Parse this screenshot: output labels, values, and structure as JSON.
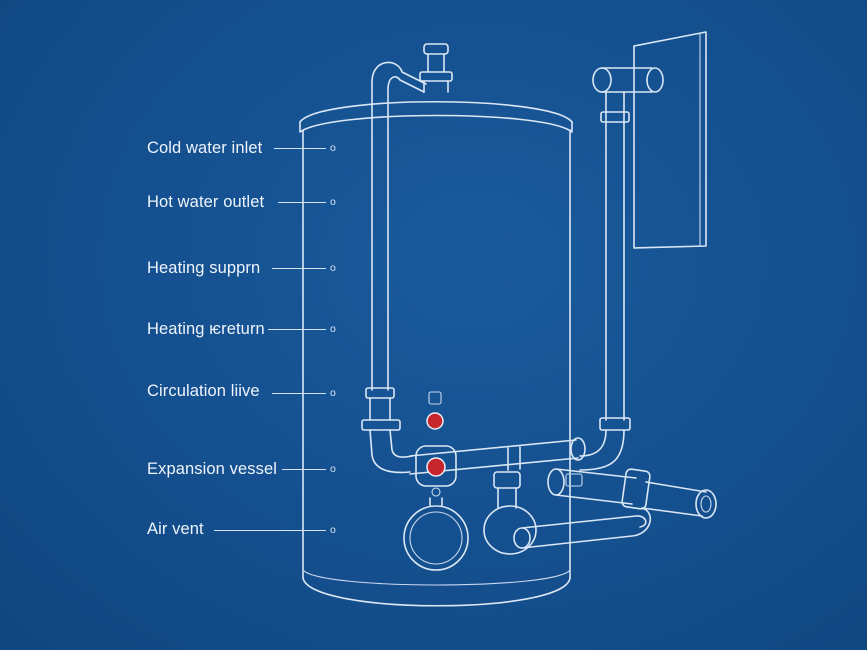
{
  "labels": [
    "Cold water inlet",
    "Hot water outlet",
    "Heating supprn",
    "Heating ѥreturn",
    "Circulation liive",
    "Expansion vessel",
    "Air vent"
  ],
  "terminal_marker": "o",
  "colors": {
    "background": "#14508f",
    "line": "#dbe7f5",
    "indicator": "#c8262e"
  }
}
